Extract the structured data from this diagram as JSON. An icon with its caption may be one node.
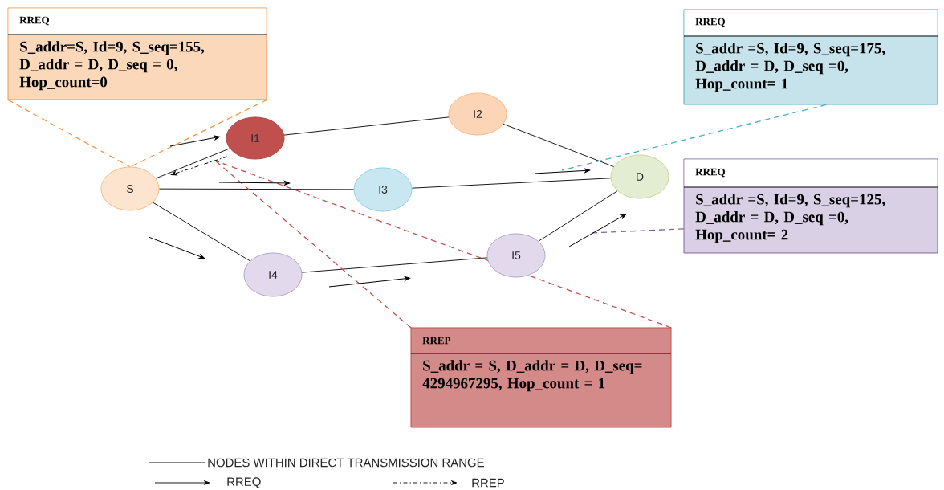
{
  "diagram": {
    "nodes": [
      {
        "text": [
          "S"
        ]
      },
      {
        "text": [
          "I1"
        ]
      },
      {
        "text": [
          "I2"
        ]
      },
      {
        "text": [
          "I3"
        ]
      },
      {
        "text": [
          "I4"
        ]
      },
      {
        "text": [
          "I5"
        ]
      },
      {
        "text": [
          "D"
        ]
      },
      {
        "text": [
          "RREQ",
          "S_addr=S, Id=9, S_seq=155, D_addr = D, D_seq = 0, Hop_count=0"
        ]
      },
      {
        "text": [
          "RREQ",
          "S_addr =S, Id=9, S_seq=175, D_addr = D, D_seq =0, Hop_count= 1"
        ]
      },
      {
        "text": [
          "RREQ",
          "S_addr =S, Id=9, S_seq=125, D_addr = D, D_seq =0, Hop_count= 2"
        ]
      },
      {
        "text": [
          "RREP",
          "S_addr = S, D_addr = D, D_seq= 4294967295, Hop_count = 1"
        ]
      }
    ],
    "edges": [
      {
        "from": 0,
        "to": 1,
        "arrow": "none"
      },
      {
        "from": 1,
        "to": 2,
        "arrow": "none"
      },
      {
        "from": 2,
        "to": 6,
        "arrow": "none"
      },
      {
        "from": 0,
        "to": 3,
        "arrow": "none"
      },
      {
        "from": 3,
        "to": 6,
        "arrow": "none"
      },
      {
        "from": 0,
        "to": 4,
        "arrow": "none"
      },
      {
        "from": 4,
        "to": 5,
        "arrow": "none"
      },
      {
        "from": 5,
        "to": 6,
        "arrow": "none"
      },
      {
        "from": 7,
        "to": 0,
        "arrow": "none",
        "style": "dashed",
        "color": "#f79646"
      },
      {
        "from": 7,
        "to": 0,
        "arrow": "none",
        "style": "dashed",
        "color": "#f79646"
      },
      {
        "from": 8,
        "to": null,
        "arrow": "none",
        "style": "dashed",
        "color": "#4bacc6"
      },
      {
        "from": 9,
        "to": null,
        "arrow": "none",
        "style": "dashed",
        "color": "#8064a2"
      },
      {
        "from": 10,
        "to": null,
        "arrow": "none",
        "style": "dashed",
        "color": "#c0504d"
      },
      {
        "from": 10,
        "to": null,
        "arrow": "none",
        "style": "dashed",
        "color": "#c0504d"
      }
    ],
    "legend": [
      {
        "text": "NODES WITHIN DIRECT TRANSMISSION RANGE"
      },
      {
        "text": "RREQ"
      },
      {
        "text": "RREP"
      }
    ]
  }
}
